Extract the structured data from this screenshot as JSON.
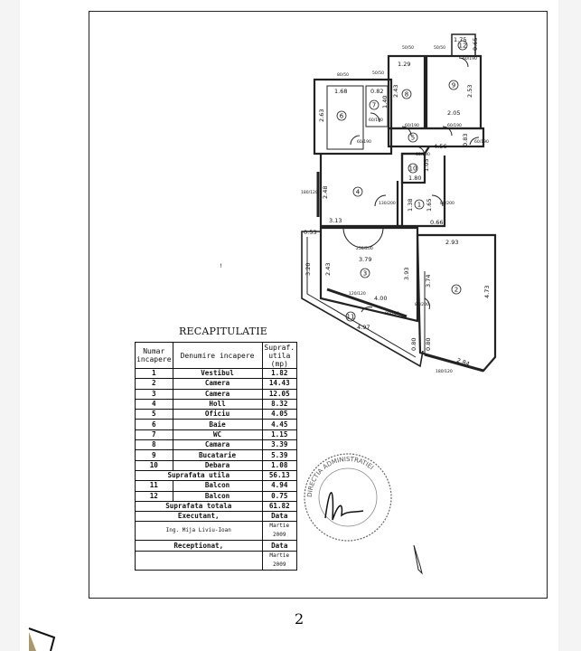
{
  "recap": {
    "title": "RECAPITULATIE",
    "headers": {
      "nr": "Numar incapere",
      "name": "Denumire incapere",
      "area": "Supraf. utila (mp)"
    },
    "rows": [
      {
        "nr": "1",
        "name": "Vestibul",
        "area": "1.82"
      },
      {
        "nr": "2",
        "name": "Camera",
        "area": "14.43"
      },
      {
        "nr": "3",
        "name": "Camera",
        "area": "12.05"
      },
      {
        "nr": "4",
        "name": "Holl",
        "area": "8.32"
      },
      {
        "nr": "5",
        "name": "Oficiu",
        "area": "4.05"
      },
      {
        "nr": "6",
        "name": "Baie",
        "area": "4.45"
      },
      {
        "nr": "7",
        "name": "WC",
        "area": "1.15"
      },
      {
        "nr": "8",
        "name": "Camara",
        "area": "3.39"
      },
      {
        "nr": "9",
        "name": "Bucatarie",
        "area": "5.39"
      },
      {
        "nr": "10",
        "name": "Debara",
        "area": "1.08"
      }
    ],
    "subtotal": {
      "label": "Suprafata utila",
      "area": "56.13"
    },
    "balconies": [
      {
        "nr": "11",
        "name": "Balcon",
        "area": "4.94"
      },
      {
        "nr": "12",
        "name": "Balcon",
        "area": "0.75"
      }
    ],
    "total": {
      "label": "Suprafata totala",
      "area": "61.82"
    },
    "executant": {
      "label": "Executant,",
      "date_label": "Data",
      "name": "Ing. Mija Liviu-Ioan",
      "date": "Martie 2009"
    },
    "receptionat": {
      "label": "Receptionat,",
      "date_label": "Data",
      "date": "Martie 2009"
    }
  },
  "plan": {
    "rooms": [
      "1",
      "2",
      "3",
      "4",
      "5",
      "6",
      "7",
      "8",
      "9",
      "10",
      "11",
      "12"
    ],
    "dims": [
      "1.68",
      "0.82",
      "1.29",
      "2.05",
      "2.63",
      "1.40",
      "2.43",
      "2.53",
      "4.56",
      "0.83",
      "1.80",
      "1.05",
      "2.48",
      "3.13",
      "0.66",
      "1.38",
      "1.65",
      "3.79",
      "2.43",
      "3.20",
      "0.53",
      "3.93",
      "4.00",
      "3.74",
      "2.93",
      "4.73",
      "4.97",
      "0.80",
      "0.80",
      "2.84",
      "1.75",
      "0.65"
    ],
    "fracs": [
      "80/50",
      "50/50",
      "50/50",
      "50/50",
      "180/120",
      "130/200",
      "80/200",
      "250/200",
      "120/120",
      "80/200",
      "80/200",
      "180/120",
      "60/190",
      "60/190",
      "60/190",
      "60/190",
      "60/190",
      "60/190",
      "60/190"
    ]
  },
  "stamp": {
    "text": "DIRECTIA ADMINISTRATIEI"
  },
  "page_number": "2"
}
